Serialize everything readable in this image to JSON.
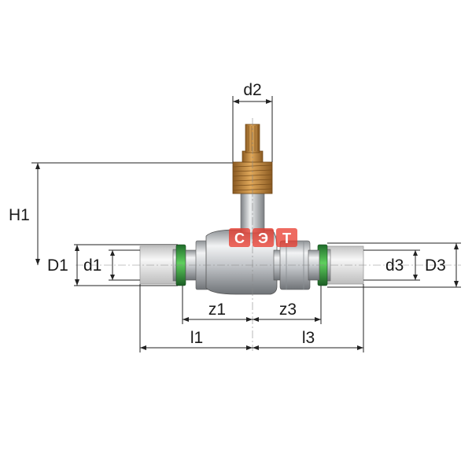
{
  "labels": {
    "d2": "d2",
    "H1": "H1",
    "D1": "D1",
    "d1": "d1",
    "d3": "d3",
    "D3": "D3",
    "z1": "z1",
    "z3": "z3",
    "l1": "l1",
    "l3": "l3"
  },
  "watermark": {
    "letters": [
      "С",
      "Э",
      "Т"
    ],
    "color": "#e8382b"
  },
  "colors": {
    "brass": "#c98a3a",
    "chrome": "#c9ccd0",
    "pipe": "#e6e6e6",
    "ring": "#3ea043",
    "dimension": "#222222"
  }
}
